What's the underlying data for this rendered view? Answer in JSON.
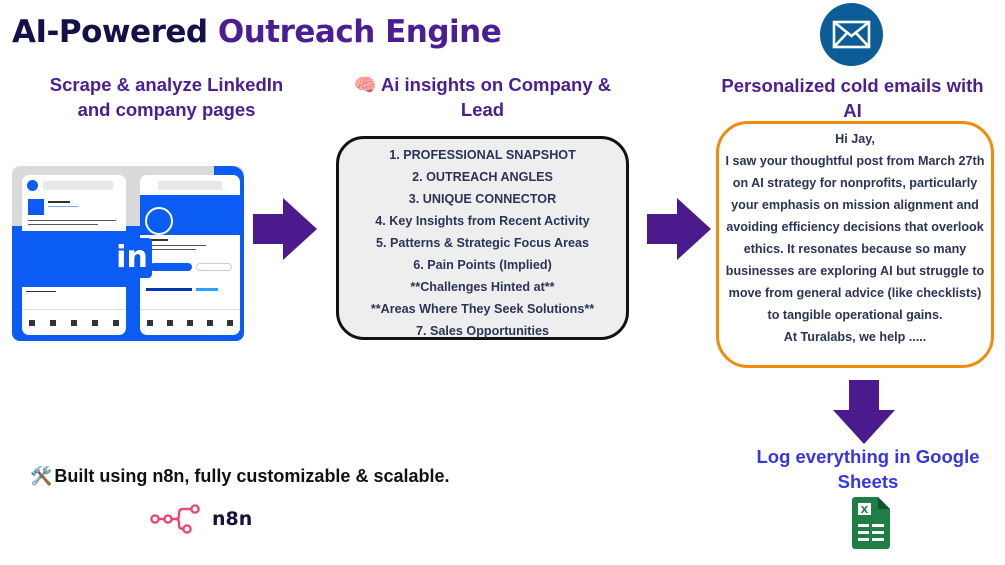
{
  "title": {
    "part1": "AI-Powered",
    "part2": "Outreach Engine"
  },
  "steps": {
    "scrape": {
      "heading_line1": "Scrape & analyze LinkedIn",
      "heading_line2": "and company pages",
      "illustration": {
        "logo_text": "in",
        "icon": "linkedin-logo"
      }
    },
    "insights": {
      "icon": "brain-emoji",
      "icon_glyph": "🧠",
      "heading_line1": "Ai insights on Company &",
      "heading_line2": "Lead",
      "items": [
        "1. PROFESSIONAL SNAPSHOT",
        "2. OUTREACH ANGLES",
        "3. UNIQUE CONNECTOR",
        "4. Key Insights from Recent Activity",
        "5. Patterns & Strategic Focus Areas",
        "6. Pain Points (Implied)",
        "**Challenges Hinted at**",
        "**Areas Where They Seek Solutions**",
        "7. Sales Opportunities"
      ]
    },
    "email": {
      "icon": "envelope-icon",
      "heading_line1": "Personalized cold emails with",
      "heading_line2": "AI",
      "lines": [
        "Hi Jay,",
        "I saw your thoughtful post from March 27th",
        "on AI strategy for nonprofits, particularly",
        "your emphasis on mission alignment and",
        "avoiding efficiency decisions that overlook",
        "ethics. It resonates because so many",
        "businesses are exploring AI but struggle to",
        "move from general advice (like checklists)",
        "to tangible operational gains.",
        "At Turalabs, we help ....."
      ]
    },
    "log": {
      "heading_line1": "Log everything in Google",
      "heading_line2": "Sheets",
      "icon": "spreadsheet-icon",
      "icon_letter": "X"
    }
  },
  "footer": {
    "tools_glyph": "🛠️",
    "built_text": "Built using n8n, fully customizable & scalable.",
    "n8n_label": "n8n"
  },
  "colors": {
    "title_dark": "#14104a",
    "accent_purple": "#4b1e93",
    "arrow_purple": "#4b1a8c",
    "email_border": "#f28b0c",
    "sheets_heading": "#3636e5",
    "mail_icon_bg": "#0b5c97",
    "linkedin_blue": "#0a5cf5",
    "sheets_green": "#1e7e45",
    "n8n_pink": "#e8496f",
    "body_text": "#2b3358"
  }
}
